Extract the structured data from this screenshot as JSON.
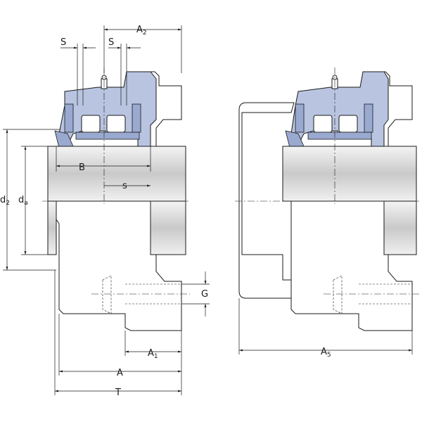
{
  "labels": {
    "A2": {
      "main": "A",
      "sub": "2"
    },
    "S_left": {
      "main": "S"
    },
    "S_right": {
      "main": "S"
    },
    "B": {
      "main": "B"
    },
    "s": {
      "main": "s"
    },
    "d2": {
      "main": "d",
      "sub": "2"
    },
    "da": {
      "main": "d",
      "sub": "a"
    },
    "G": {
      "main": "G"
    },
    "A1": {
      "main": "A",
      "sub": "1"
    },
    "A": {
      "main": "A"
    },
    "T": {
      "main": "T"
    },
    "A5": {
      "main": "A",
      "sub": "5"
    }
  },
  "colors": {
    "bearing_blue": "#b8c4e0",
    "bearing_blue_dark": "#9aa9d0",
    "shaft_grey": "#d9d9d9",
    "line": "#1a1a1a"
  }
}
